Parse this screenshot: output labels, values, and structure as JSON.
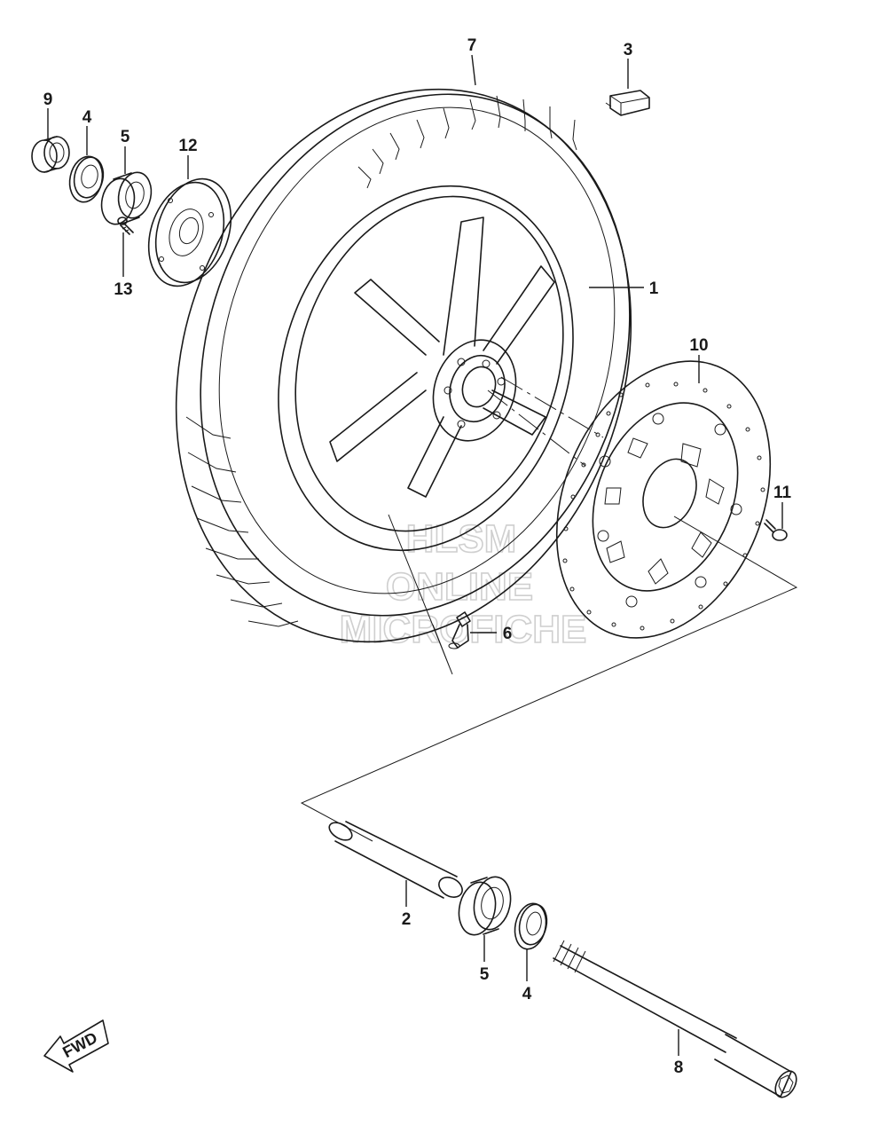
{
  "watermark": {
    "line1": "HLSM",
    "line2": "ONLINE",
    "line3": "MICROFICHE"
  },
  "fwd_badge": "FWD",
  "callouts": {
    "wheel": "1",
    "spacer": "2",
    "weight": "3",
    "oil_seal_upper": "4",
    "bearing_upper": "5",
    "valve": "6",
    "tire": "7",
    "axle": "8",
    "collar": "9",
    "disc": "10",
    "disc_bolt": "11",
    "speedo_plate": "12",
    "screw": "13",
    "bearing_lower": "5",
    "oil_seal_lower": "4"
  },
  "colors": {
    "line": "#1a1a1a",
    "watermark": "#cfcfcf",
    "background": "#ffffff"
  }
}
